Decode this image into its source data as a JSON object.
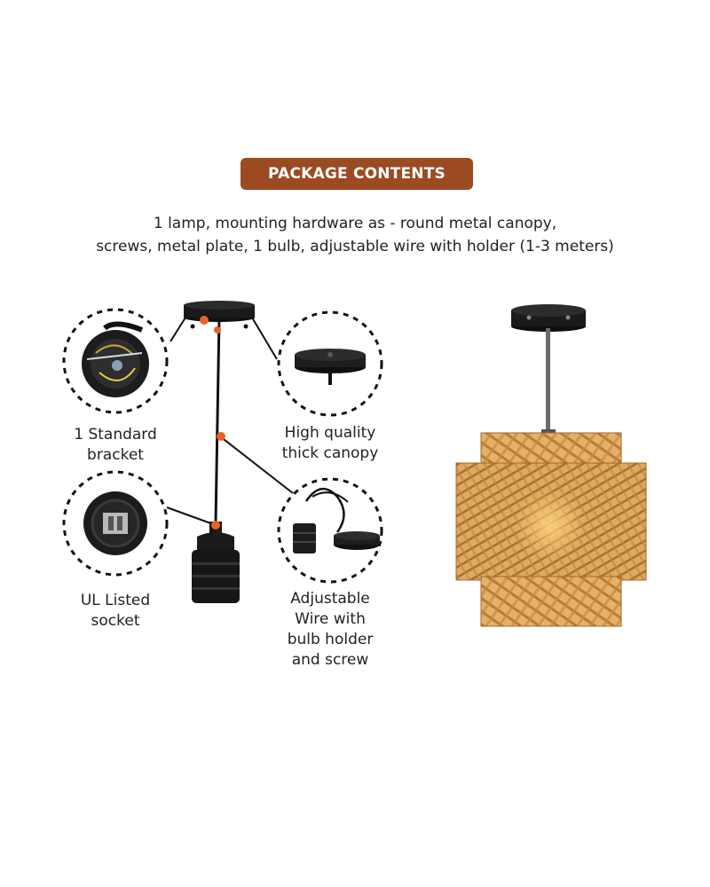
{
  "header": {
    "badge": "PACKAGE CONTENTS",
    "description_line1": "1 lamp, mounting hardware as - round metal canopy,",
    "description_line2": "screws, metal plate, 1 bulb, adjustable wire with holder (1-3 meters)"
  },
  "parts": {
    "bracket": {
      "line1": "1 Standard",
      "line2": "bracket"
    },
    "canopy": {
      "line1": "High quality",
      "line2": "thick canopy"
    },
    "socket": {
      "line1": "UL Listed",
      "line2": "socket"
    },
    "wire": {
      "line1": "Adjustable",
      "line2": "Wire with",
      "line3": "bulb holder",
      "line4": "and screw"
    }
  },
  "colors": {
    "badge": "#9b4a22",
    "connector_dot": "#e8622c",
    "hardware": "#1a1a1a",
    "rattan": "#d9a35a"
  }
}
